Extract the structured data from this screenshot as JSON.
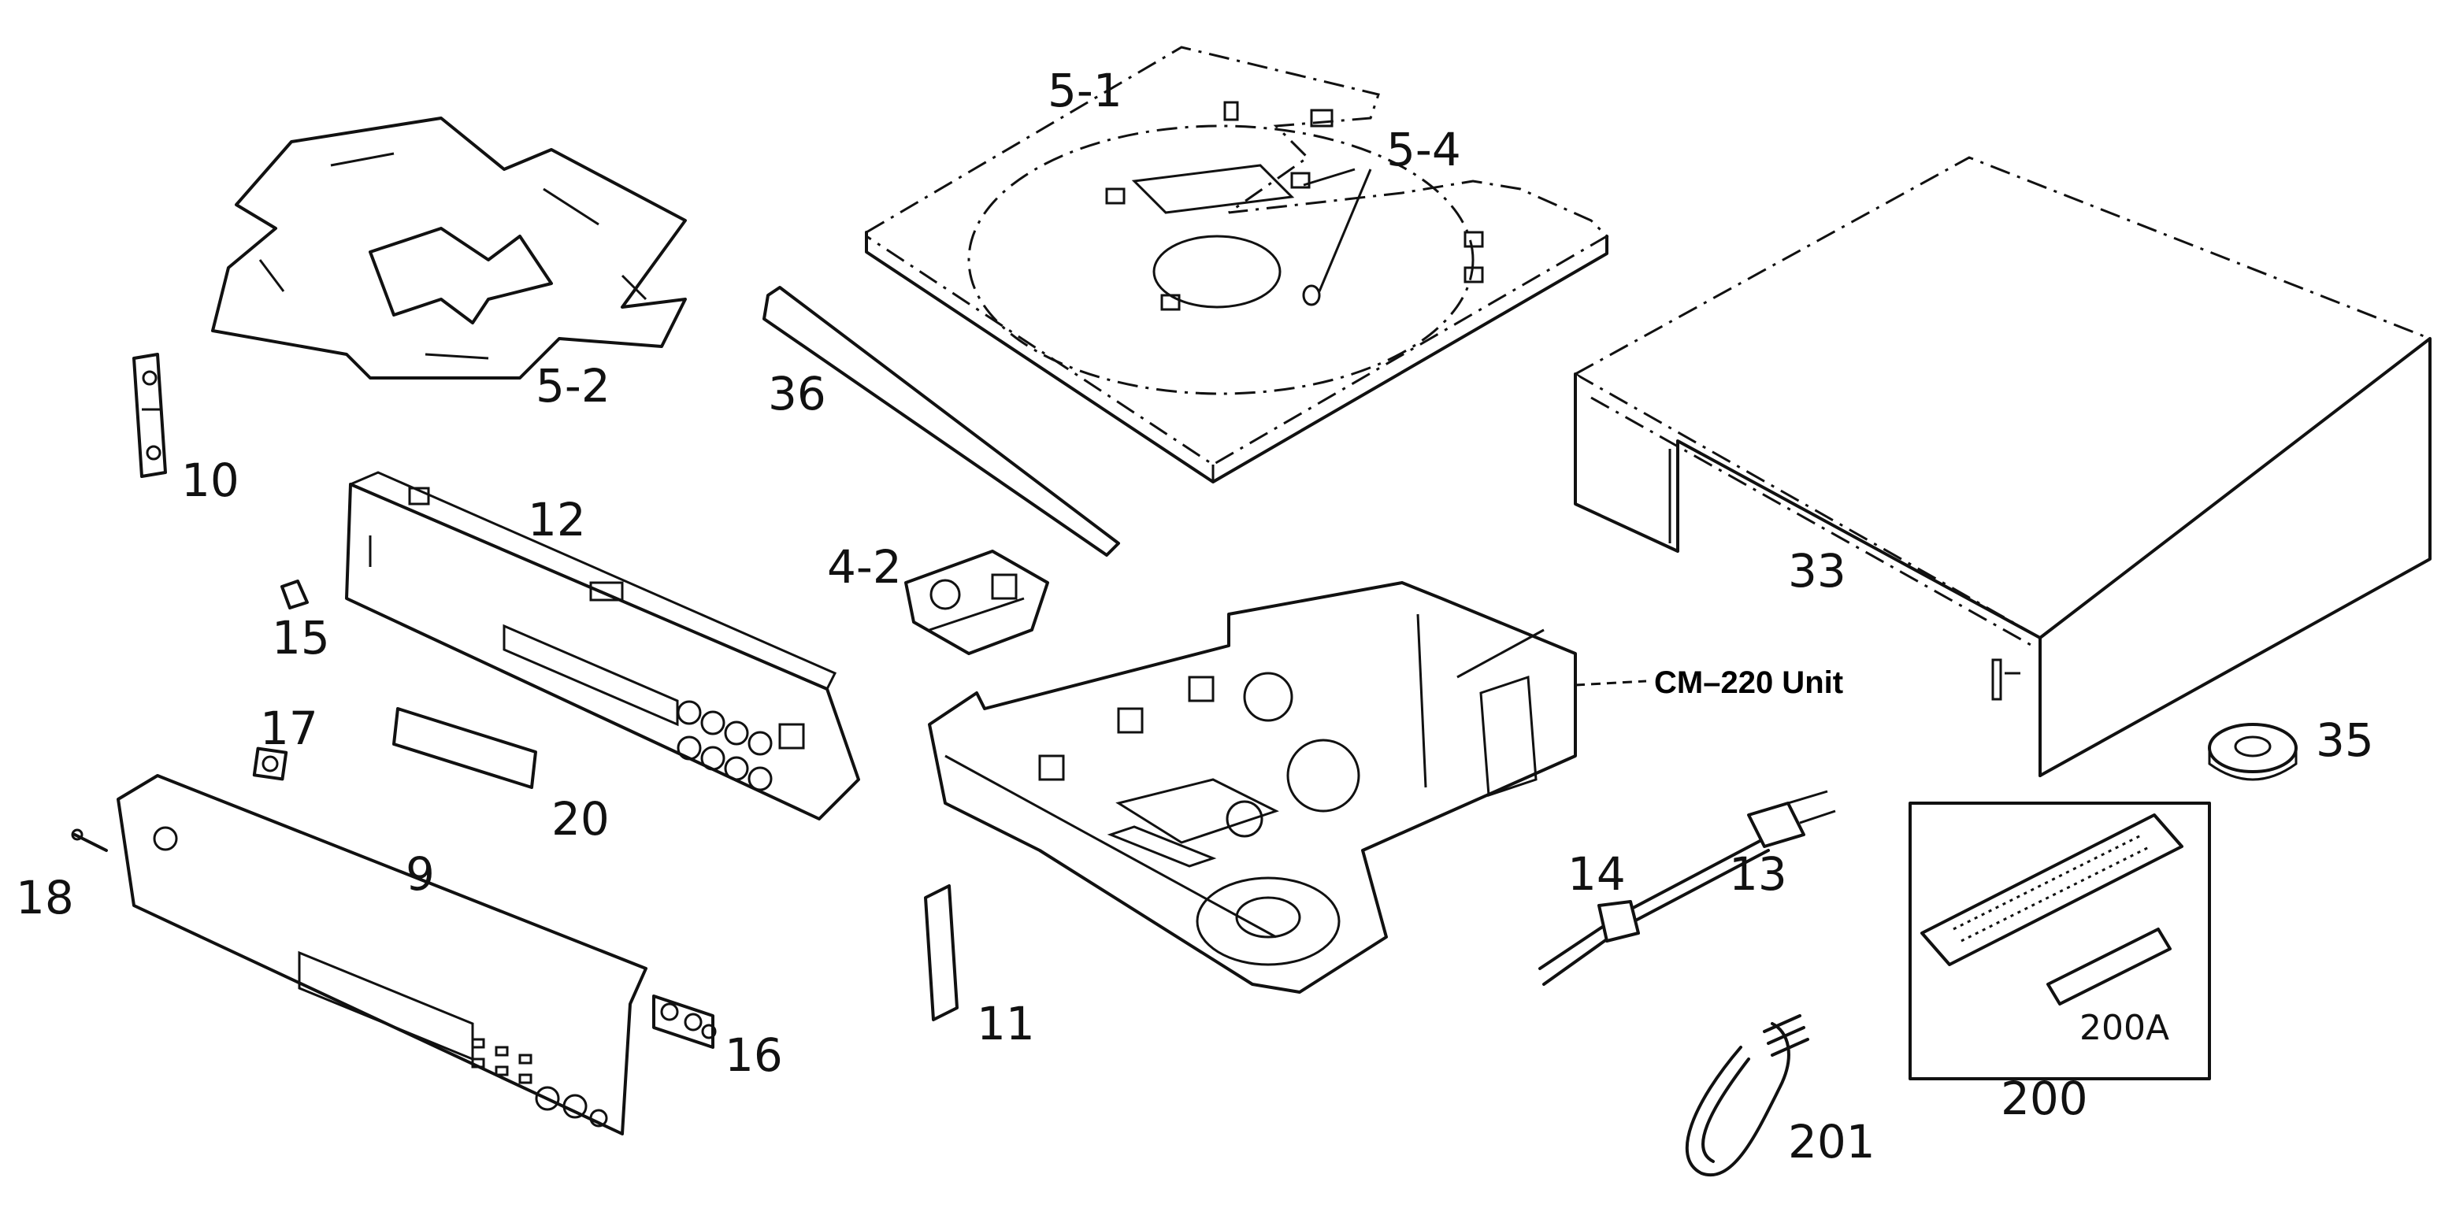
{
  "labels": {
    "p5_1": "5-1",
    "p5_2": "5-2",
    "p5_4": "5-4",
    "p36": "36",
    "p10": "10",
    "p12": "12",
    "p15": "15",
    "p4_2": "4-2",
    "p33": "33",
    "cm_unit": "CM–220 Unit",
    "p35": "35",
    "p17": "17",
    "p20": "20",
    "p18": "18",
    "p9": "9",
    "p16": "16",
    "p11": "11",
    "p14": "14",
    "p13": "13",
    "p200a": "200A",
    "p200": "200",
    "p201": "201"
  }
}
